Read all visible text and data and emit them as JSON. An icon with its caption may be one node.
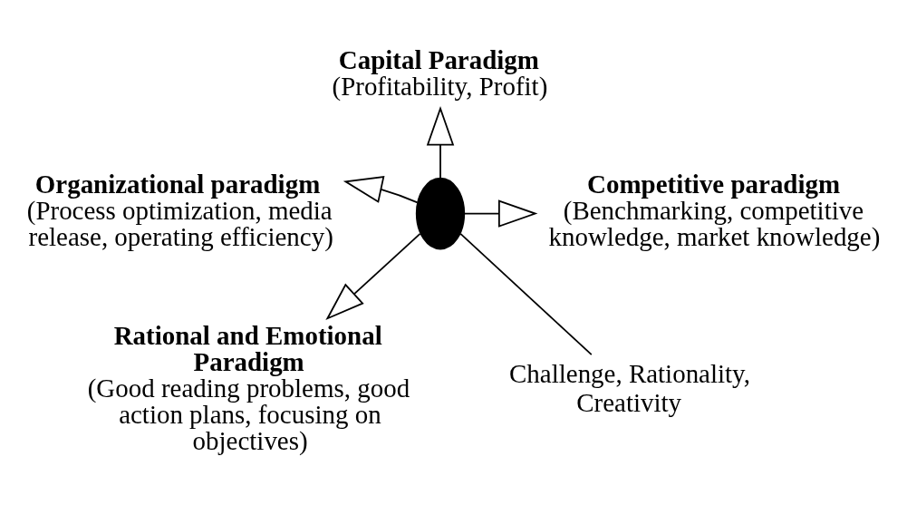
{
  "diagram": {
    "nodes": [
      {
        "text": [
          "Capital Paradigm",
          "(Profitability, Profit)"
        ]
      },
      {
        "text": [
          "Organizational paradigm",
          "(Process optimization, media release, operating efficiency)"
        ]
      },
      {
        "text": [],
        "shape": "ellipse"
      },
      {
        "text": [
          "Competitive paradigm",
          "(Benchmarking, competitive knowledge, market knowledge)"
        ]
      },
      {
        "text": [
          "Rational and Emotional Paradigm",
          "(Good reading problems, good action plans, focusing on objectives)"
        ]
      },
      {
        "text": [
          "Challenge, Rationality, Creativity"
        ]
      }
    ],
    "edges": [
      {
        "from": 2,
        "to": 0,
        "arrow": "to"
      },
      {
        "from": 2,
        "to": 1,
        "arrow": "to"
      },
      {
        "from": 2,
        "to": 3,
        "arrow": "to"
      },
      {
        "from": 2,
        "to": 4,
        "arrow": "to"
      },
      {
        "from": 2,
        "to": 5,
        "arrow": "none"
      }
    ]
  }
}
